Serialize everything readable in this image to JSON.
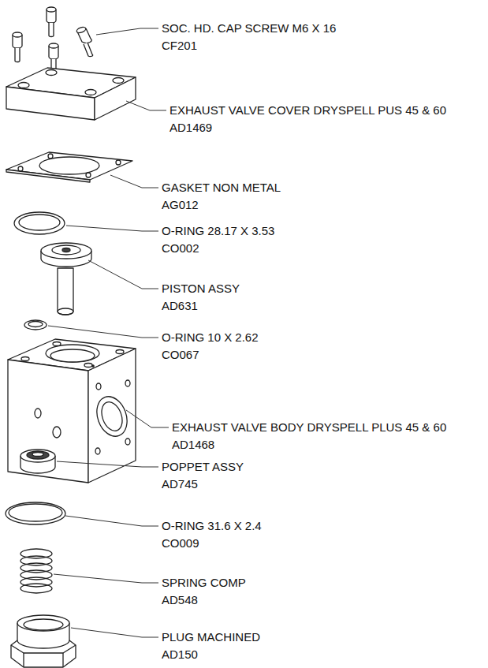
{
  "diagram": {
    "labels": [
      "SOC. HD. CAP SCREW M6 X 16",
      "CF201",
      "EXHAUST VALVE COVER DRYSPELL PUS 45 & 60",
      "AD1469",
      "GASKET NON METAL",
      "AG012",
      "O-RING 28.17 X 3.53",
      "CO002",
      "PISTON ASSY",
      "AD631",
      "O-RING 10 X 2.62",
      "CO067",
      "EXHAUST VALVE BODY DRYSPELL PLUS 45 & 60",
      "AD1468",
      "POPPET ASSY",
      "AD745",
      "O-RING 31.6 X 2.4",
      "CO009",
      "SPRING COMP",
      "AD548",
      "PLUG MACHINED",
      "AD150"
    ]
  }
}
